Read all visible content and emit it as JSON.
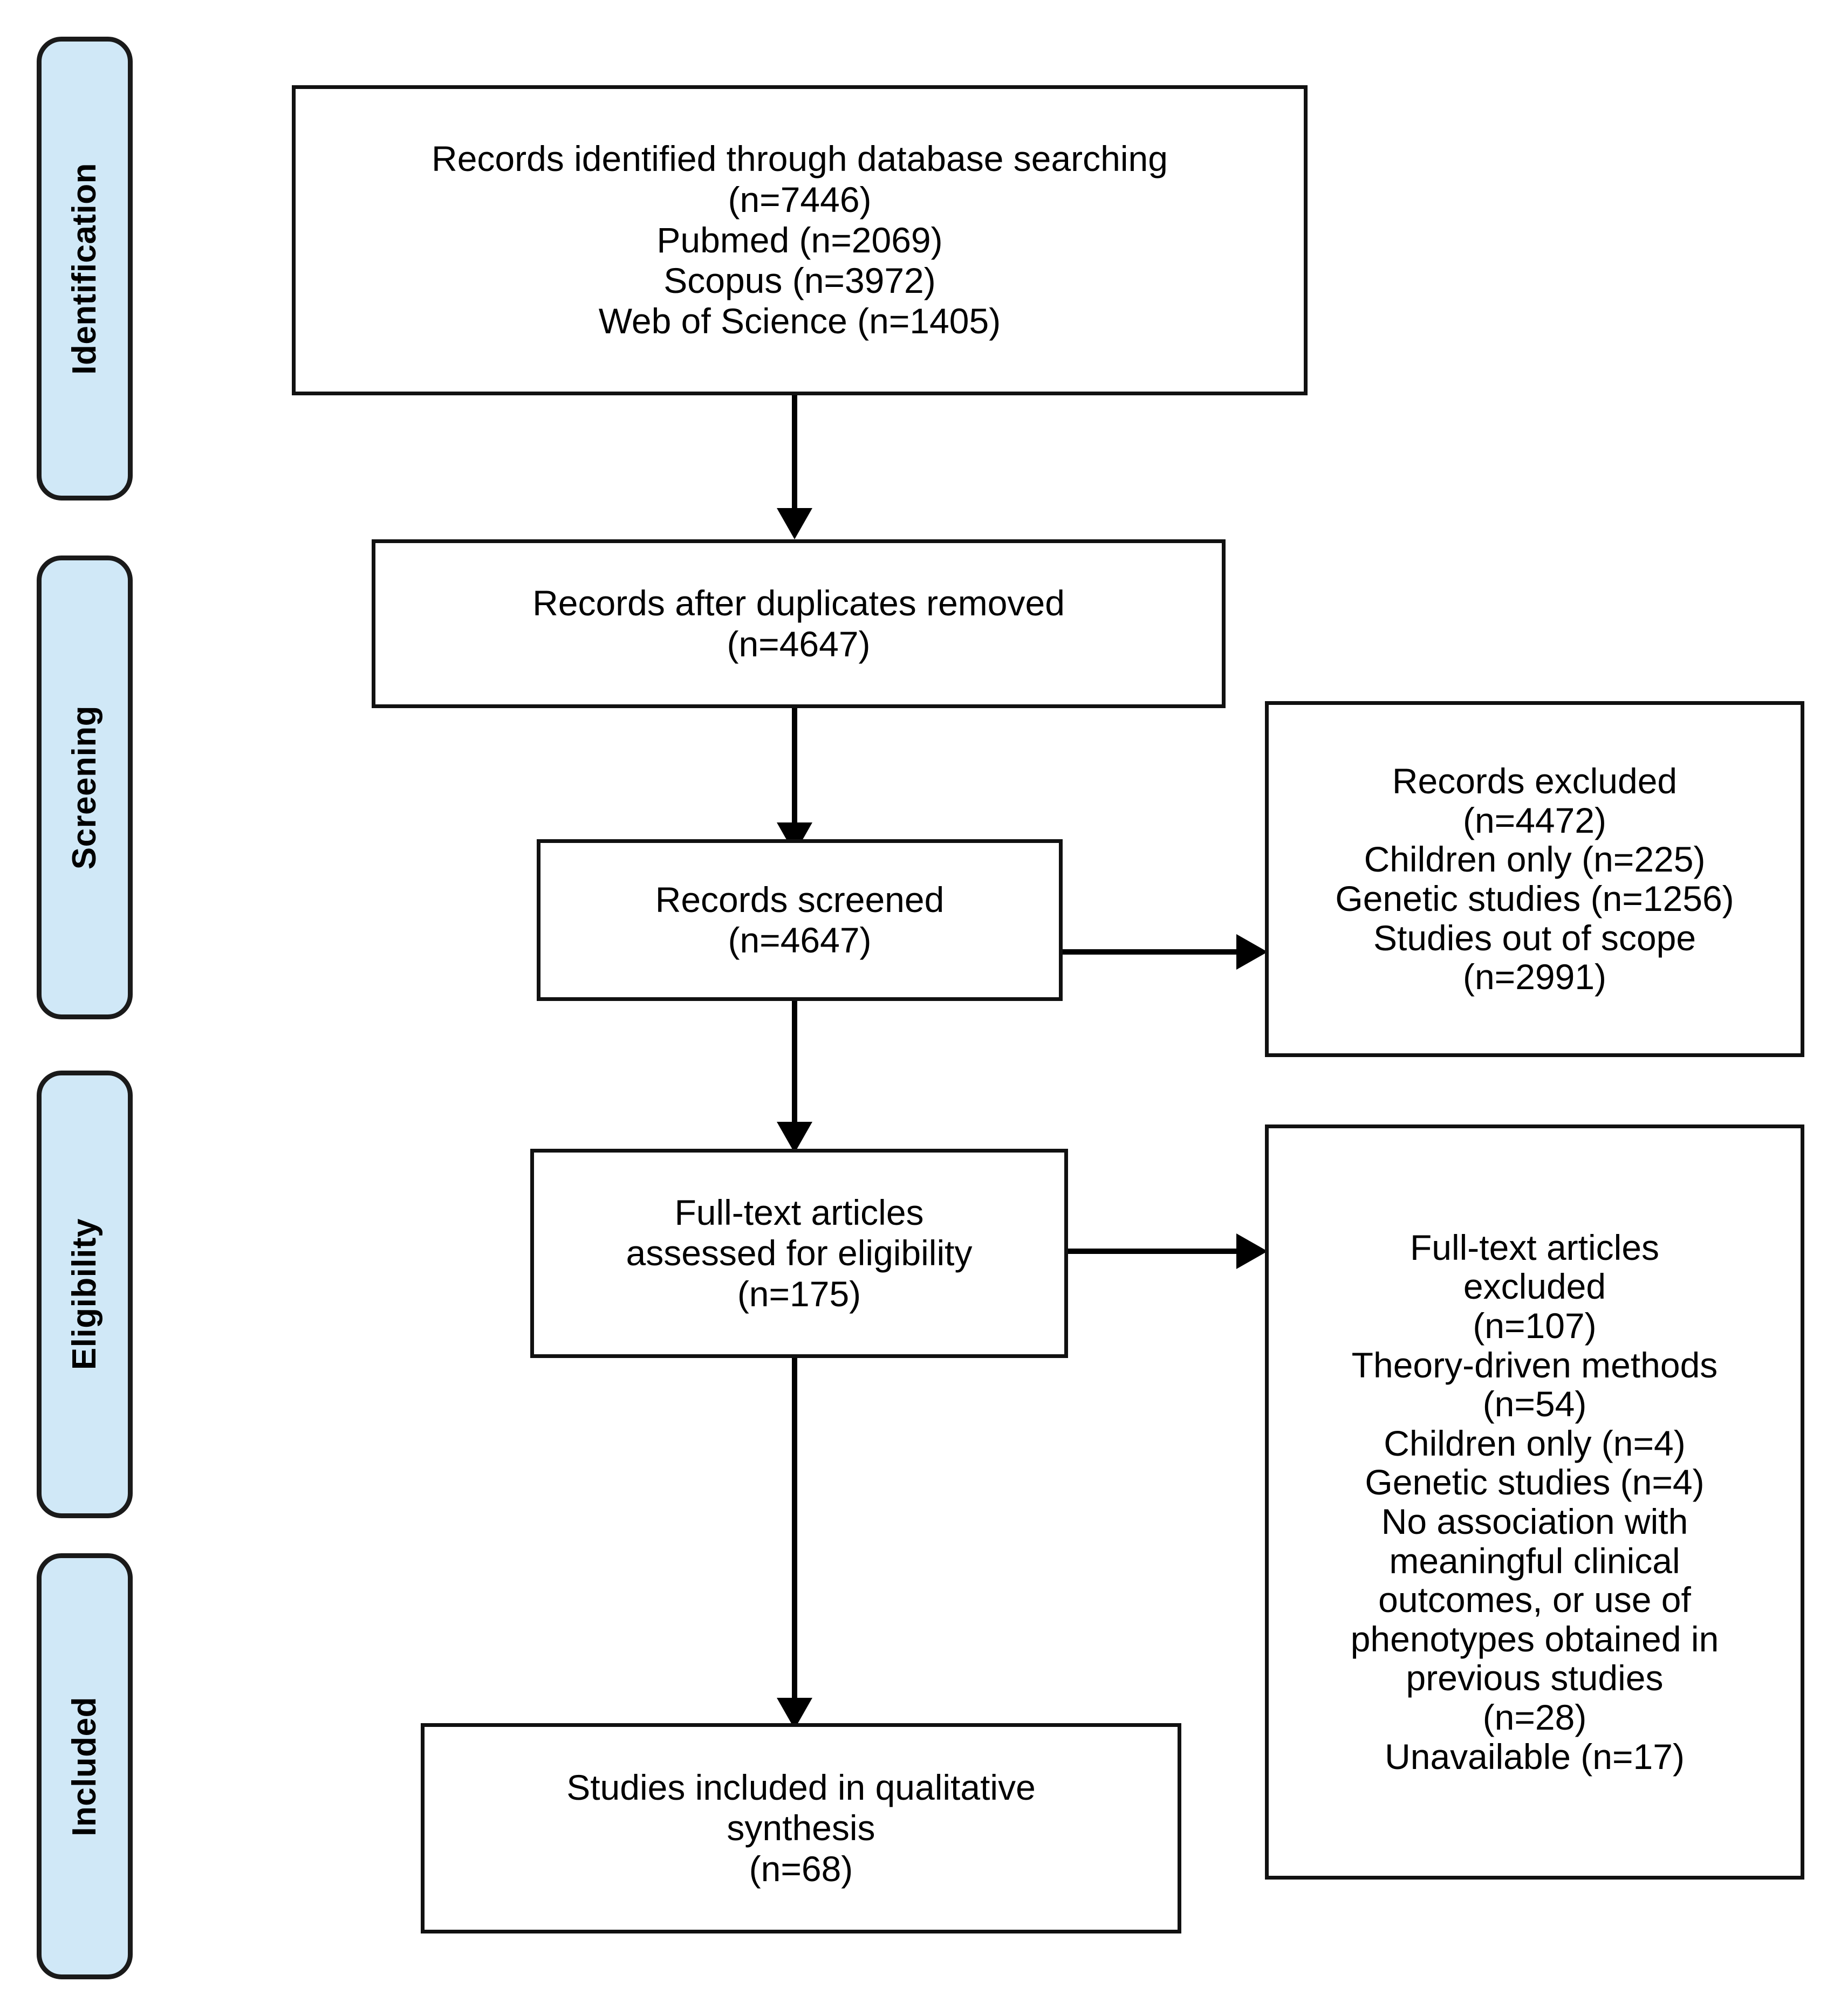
{
  "diagram": {
    "type": "prisma-flow-diagram",
    "accent_blue": "#d0e8f7",
    "line_color": "#000000",
    "background": "#ffffff"
  },
  "stages": [
    {
      "id": "identification",
      "label": "Identification"
    },
    {
      "id": "screening",
      "label": "Screening"
    },
    {
      "id": "eligibility",
      "label": "Eligibility"
    },
    {
      "id": "included",
      "label": "Included"
    }
  ],
  "boxes": {
    "records_identified": {
      "id": "records-identified",
      "text": "Records identified through database searching\n(n=7446)\nPubmed (n=2069)\nScopus (n=3972)\nWeb of Science (n=1405)",
      "total_n": 7446,
      "sources": [
        {
          "name": "Pubmed",
          "n": 2069
        },
        {
          "name": "Scopus",
          "n": 3972
        },
        {
          "name": "Web of Science",
          "n": 1405
        }
      ]
    },
    "records_after_duplicates": {
      "id": "records-after-duplicates-removed",
      "text": "Records after duplicates removed\n(n=4647)",
      "n": 4647
    },
    "records_screened": {
      "id": "records-screened",
      "text": "Records screened\n(n=4647)",
      "n": 4647
    },
    "records_excluded": {
      "id": "records-excluded",
      "text": "Records excluded\n(n=4472)\nChildren only (n=225)\nGenetic studies (n=1256)\nStudies out of scope\n(n=2991)",
      "n": 4472,
      "reasons": [
        {
          "reason": "Children only",
          "n": 225
        },
        {
          "reason": "Genetic studies",
          "n": 1256
        },
        {
          "reason": "Studies out of scope",
          "n": 2991
        }
      ]
    },
    "fulltext_assessed": {
      "id": "full-text-articles-assessed",
      "text": "Full-text articles\nassessed for eligibility\n(n=175)",
      "n": 175
    },
    "fulltext_excluded": {
      "id": "full-text-articles-excluded",
      "text": "Full-text articles\nexcluded\n(n=107)\nTheory-driven methods\n(n=54)\nChildren only (n=4)\nGenetic studies (n=4)\nNo association with\nmeaningful clinical\noutcomes, or use of\nphenotypes obtained in\nprevious studies\n(n=28)\nUnavailable (n=17)",
      "n": 107,
      "reasons": [
        {
          "reason": "Theory-driven methods",
          "n": 54
        },
        {
          "reason": "Children only",
          "n": 4
        },
        {
          "reason": "Genetic studies",
          "n": 4
        },
        {
          "reason": "No association with meaningful clinical outcomes, or use of phenotypes obtained in previous studies",
          "n": 28
        },
        {
          "reason": "Unavailable",
          "n": 17
        }
      ]
    },
    "studies_included": {
      "id": "studies-included-qualitative-synthesis",
      "text": "Studies included in qualitative\nsynthesis\n(n=68)",
      "n": 68
    }
  }
}
